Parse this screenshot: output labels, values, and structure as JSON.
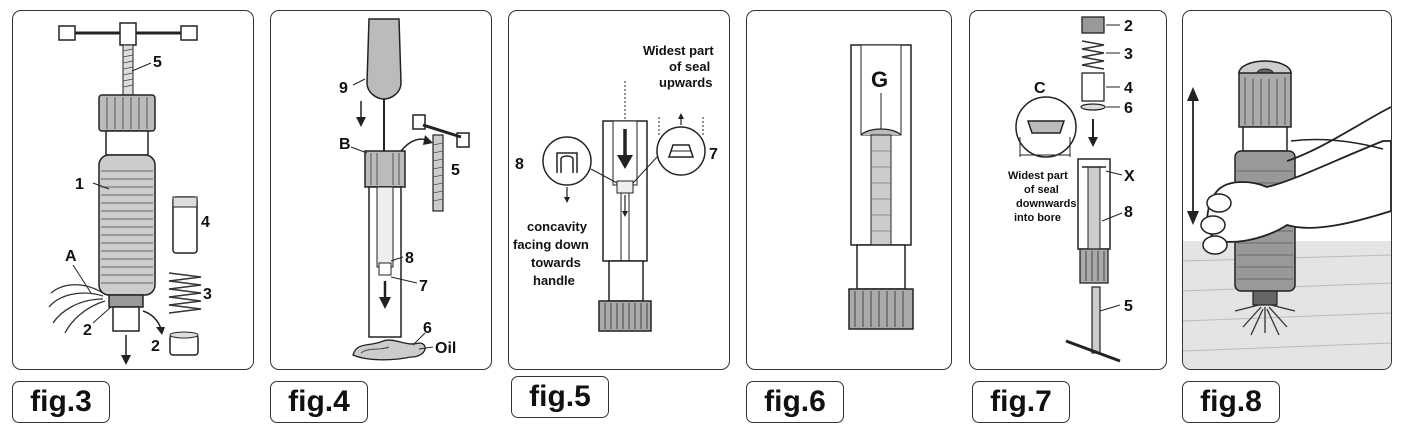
{
  "figures": [
    {
      "label": "fig.3",
      "parts": {
        "p5": "5",
        "p1": "1",
        "pA": "A",
        "p2a": "2",
        "p4": "4",
        "p3": "3",
        "p2b": "2"
      }
    },
    {
      "label": "fig.4",
      "parts": {
        "p9": "9",
        "pB": "B",
        "p5": "5",
        "p8": "8",
        "p7": "7",
        "p6": "6",
        "oil": "Oil"
      }
    },
    {
      "label": "fig.5",
      "parts": {
        "p8": "8",
        "p7": "7",
        "top_note": [
          "Widest part",
          "of seal",
          "upwards"
        ],
        "left_note": [
          "concavity",
          "facing down",
          "towards",
          "handle"
        ]
      }
    },
    {
      "label": "fig.6",
      "parts": {
        "pG": "G"
      }
    },
    {
      "label": "fig.7",
      "parts": {
        "p2": "2",
        "p3": "3",
        "p4": "4",
        "p6": "6",
        "pC": "C",
        "pX": "X",
        "p8": "8",
        "p5": "5",
        "note": [
          "Widest part",
          "of seal",
          "downwards",
          "into bore"
        ]
      }
    },
    {
      "label": "fig.8",
      "parts": {}
    }
  ]
}
